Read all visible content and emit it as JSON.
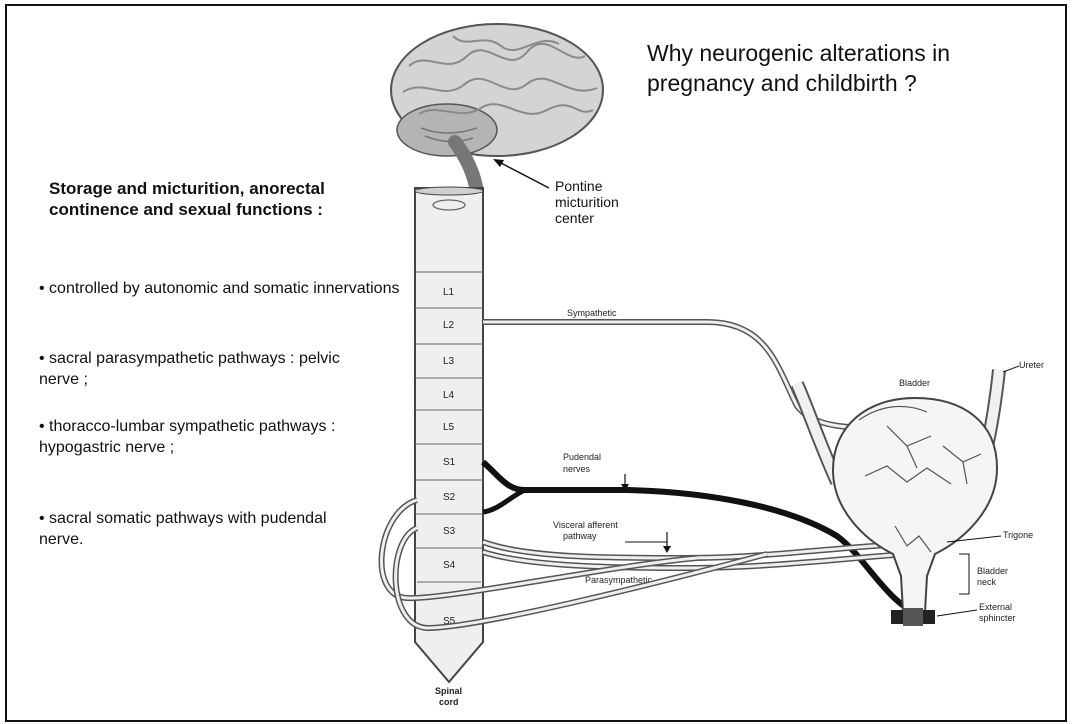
{
  "title": "Why neurogenic alterations in pregnancy and childbirth ?",
  "heading": "Storage and micturition, anorectal continence and sexual functions :",
  "bullets": [
    "• controlled by autonomic and somatic innervations",
    "• sacral parasympathetic pathways : pelvic nerve ;",
    "• thoracco-lumbar sympathetic pathways : hypogastric nerve ;",
    "• sacral somatic pathways with pudendal nerve."
  ],
  "brain_label": "Pontine\nmicturition\ncenter",
  "diagram": {
    "segments": [
      "L1",
      "L2",
      "L3",
      "L4",
      "L5",
      "S1",
      "S2",
      "S3",
      "S4",
      "S5"
    ],
    "spinal_cord_label": [
      "Spinal",
      "cord"
    ],
    "sympathetic": "Sympathetic",
    "pudendal": [
      "Pudendal",
      "nerves"
    ],
    "visceral": [
      "Visceral afferent",
      "pathway"
    ],
    "parasympathetic": "Parasympathetic",
    "bladder": "Bladder",
    "ureter": "Ureter",
    "trigone": "Trigone",
    "bladder_neck": [
      "Bladder",
      "neck"
    ],
    "external_sphincter": [
      "External",
      "sphincter"
    ]
  }
}
